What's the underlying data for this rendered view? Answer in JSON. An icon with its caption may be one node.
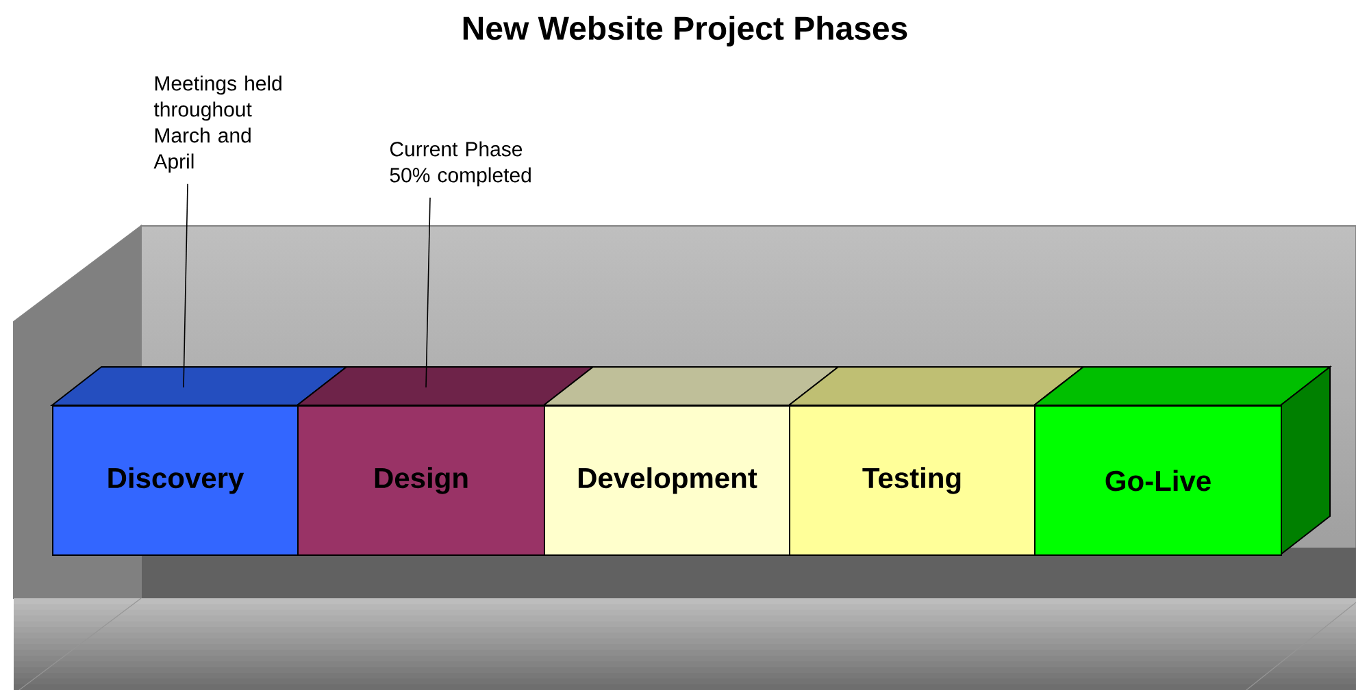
{
  "diagram": {
    "title": "New Website Project Phases",
    "nodes": [
      {
        "text": [
          "Discovery"
        ]
      },
      {
        "text": [
          "Design"
        ]
      },
      {
        "text": [
          "Development"
        ]
      },
      {
        "text": [
          "Testing"
        ]
      },
      {
        "text": [
          "Go-Live"
        ]
      },
      {
        "text": [
          "Meetings held throughout March and April"
        ]
      },
      {
        "text": [
          "Current Phase 50% completed"
        ]
      }
    ],
    "edges": [
      {
        "from": 5,
        "to": 0,
        "arrow": "none"
      },
      {
        "from": 6,
        "to": 1,
        "arrow": "none"
      }
    ]
  }
}
